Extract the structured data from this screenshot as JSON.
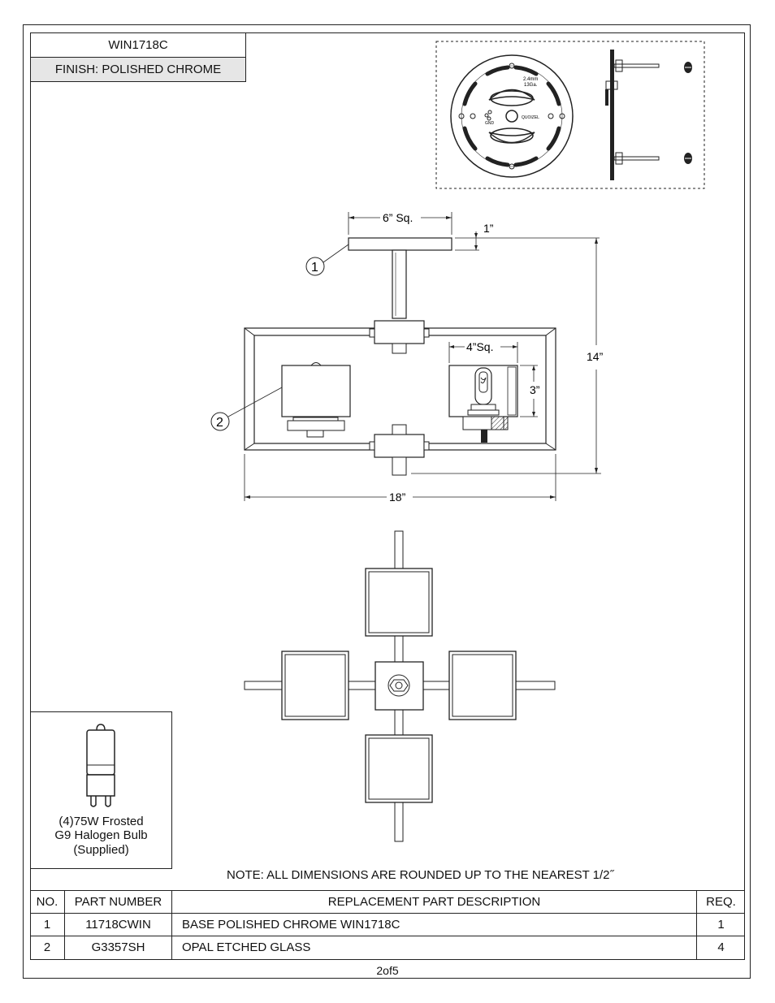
{
  "header": {
    "model": "WIN1718C",
    "finish": "FINISH: POLISHED CHROME"
  },
  "mount_plate": {
    "label_thickness": "2.4mm",
    "label_gauge": "13Ga.",
    "label_gnd": "GND",
    "label_brand": "QUOIZEL"
  },
  "dimensions": {
    "canopy_width": "6” Sq.",
    "canopy_height": "1”",
    "overall_height": "14”",
    "overall_width": "18”",
    "glass_width": "4”Sq.",
    "glass_height": "3”",
    "callout_1": "1",
    "callout_2": "2"
  },
  "bulb": {
    "line1": "(4)75W Frosted",
    "line2": "G9 Halogen Bulb",
    "line3": "(Supplied)"
  },
  "note": "NOTE:  ALL DIMENSIONS ARE ROUNDED UP TO THE NEAREST  1/2˝",
  "table": {
    "headers": [
      "NO.",
      "PART NUMBER",
      "REPLACEMENT PART DESCRIPTION",
      "REQ."
    ],
    "rows": [
      {
        "no": "1",
        "part": "11718CWIN",
        "desc": "BASE POLISHED CHROME WIN1718C",
        "req": "1"
      },
      {
        "no": "2",
        "part": "G3357SH",
        "desc": "OPAL ETCHED GLASS",
        "req": "4"
      }
    ]
  },
  "page": "2of5"
}
